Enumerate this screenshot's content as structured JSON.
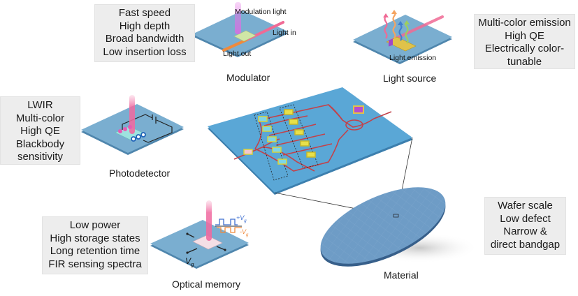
{
  "colors": {
    "substrate": "#7aaed0",
    "substrate_edge": "#4f86ad",
    "chip": "#5aa7d6",
    "waveguide": "#c2424a",
    "laser_pink": "#f06aa0",
    "feature_box_bg": "#ededed",
    "wafer": "#6e9cc6",
    "wafer_edge": "#375f8a"
  },
  "modulator": {
    "caption": "Modulator",
    "labels": {
      "modulation_light": "Modulation light",
      "light_in": "Light in",
      "light_out": "Light out"
    },
    "features": [
      "Fast speed",
      "High depth",
      "Broad bandwidth",
      "Low insertion loss"
    ]
  },
  "light_source": {
    "caption": "Light source",
    "labels": {
      "light_emission": "Light emission"
    },
    "features": [
      "Multi-color emission",
      "High QE",
      "Electrically color-",
      "tunable"
    ]
  },
  "photodetector": {
    "caption": "Photodetector",
    "features": [
      "LWIR",
      "Multi-color",
      "High QE",
      "Blackbody",
      "sensitivity"
    ]
  },
  "optical_memory": {
    "caption": "Optical memory",
    "labels": {
      "vg": "V",
      "vg_sub": "g",
      "plus_vg": "+V",
      "minus_vg": "-V"
    },
    "features": [
      "Low power",
      "High storage states",
      "Long retention time",
      "FIR sensing spectra"
    ]
  },
  "material": {
    "caption": "Material",
    "features": [
      "Wafer scale",
      "Low defect",
      "Narrow &",
      "direct bandgap"
    ]
  }
}
